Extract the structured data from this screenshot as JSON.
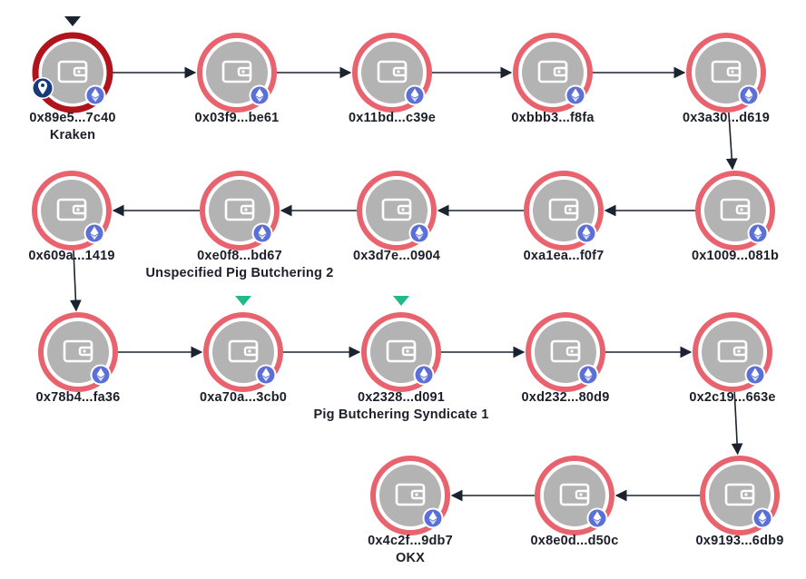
{
  "graph": {
    "nodes": [
      {
        "id": "n0",
        "address": "0x89e5...7c40",
        "name": "Kraken",
        "marker": "dark",
        "ring": "#b0131c",
        "pin": true
      },
      {
        "id": "n1",
        "address": "0x03f9...be61"
      },
      {
        "id": "n2",
        "address": "0x11bd...c39e"
      },
      {
        "id": "n3",
        "address": "0xbbb3...f8fa"
      },
      {
        "id": "n4",
        "address": "0x3a30...d619"
      },
      {
        "id": "n5",
        "address": "0x1009...081b"
      },
      {
        "id": "n6",
        "address": "0xa1ea...f0f7"
      },
      {
        "id": "n7",
        "address": "0x3d7e...0904"
      },
      {
        "id": "n8",
        "address": "0xe0f8...bd67",
        "name": "Unspecified Pig Butchering 2"
      },
      {
        "id": "n9",
        "address": "0x609a...1419"
      },
      {
        "id": "n10",
        "address": "0x78b4...fa36"
      },
      {
        "id": "n11",
        "address": "0xa70a...3cb0",
        "marker": "green"
      },
      {
        "id": "n12",
        "address": "0x2328...d091",
        "name": "Pig Butchering Syndicate 1",
        "marker": "green"
      },
      {
        "id": "n13",
        "address": "0xd232...80d9"
      },
      {
        "id": "n14",
        "address": "0x2c19...663e"
      },
      {
        "id": "n15",
        "address": "0x9193...6db9"
      },
      {
        "id": "n16",
        "address": "0x8e0d...d50c"
      },
      {
        "id": "n17",
        "address": "0x4c2f...9db7",
        "name": "OKX"
      }
    ],
    "edges": [
      [
        "n0",
        "n1"
      ],
      [
        "n1",
        "n2"
      ],
      [
        "n2",
        "n3"
      ],
      [
        "n3",
        "n4"
      ],
      [
        "n4",
        "n5"
      ],
      [
        "n5",
        "n6"
      ],
      [
        "n6",
        "n7"
      ],
      [
        "n7",
        "n8"
      ],
      [
        "n8",
        "n9"
      ],
      [
        "n9",
        "n10"
      ],
      [
        "n10",
        "n11"
      ],
      [
        "n11",
        "n12"
      ],
      [
        "n12",
        "n13"
      ],
      [
        "n13",
        "n14"
      ],
      [
        "n14",
        "n15"
      ],
      [
        "n15",
        "n16"
      ],
      [
        "n16",
        "n17"
      ]
    ]
  },
  "colors": {
    "ring": "#e9636f",
    "ring_strong": "#b0131c",
    "node_fill": "#b3b3b3",
    "wallet_icon": "#ffffff",
    "eth_badge": "#5b6fd8",
    "edge": "#1b2331",
    "marker_dark": "#1b2331",
    "marker_green": "#22b98a",
    "pin": "#173b7a"
  },
  "icons": {
    "node": "wallet-icon",
    "badge": "ethereum-icon",
    "pin": "location-pin-icon"
  }
}
